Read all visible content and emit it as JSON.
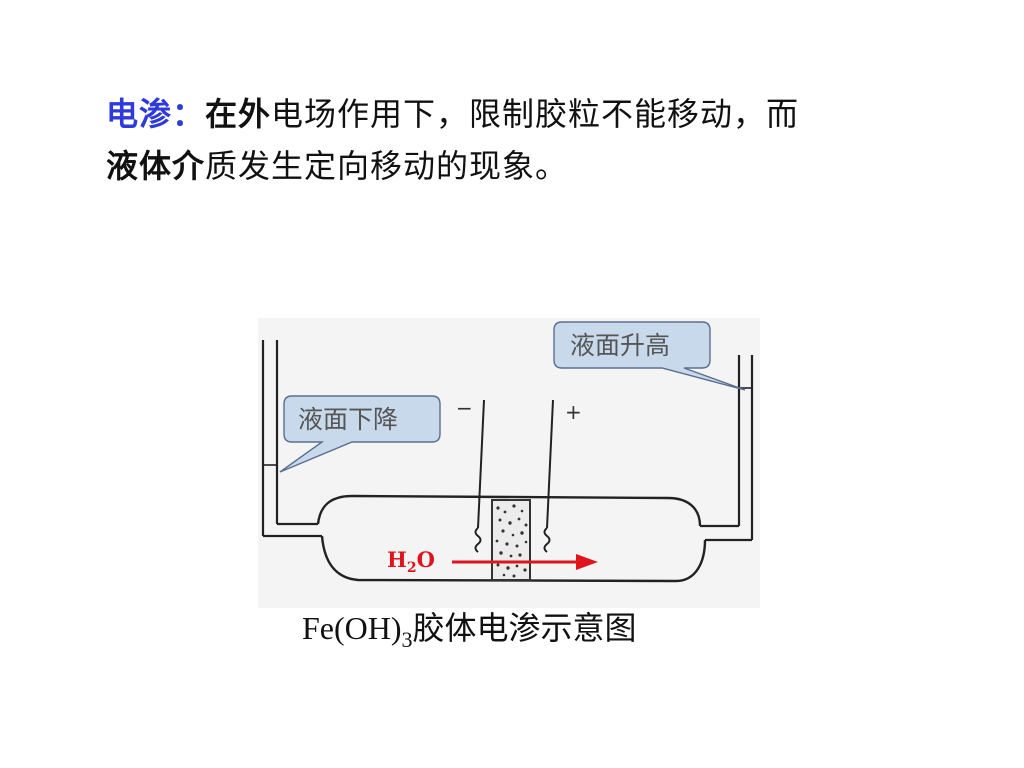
{
  "definition": {
    "term": "电渗：",
    "bold_a": "在外",
    "text_a": "电场作用下，限制胶粒不能移动，而",
    "bold_b": "液体介",
    "text_b": "质发生定向移动的现象。"
  },
  "diagram": {
    "callout_right": "液面升高",
    "callout_left": "液面下降",
    "minus_sign": "−",
    "plus_sign": "+",
    "water_main": "H",
    "water_sub": "2",
    "water_end": "O"
  },
  "caption": {
    "formula_main": "Fe(OH)",
    "formula_sub": "3",
    "title": "胶体电渗示意图"
  },
  "colors": {
    "term": "#2e3ad9",
    "arrow": "#e0141c",
    "callout_fill": "#c9d9ec",
    "callout_stroke": "#5a6f8f"
  }
}
